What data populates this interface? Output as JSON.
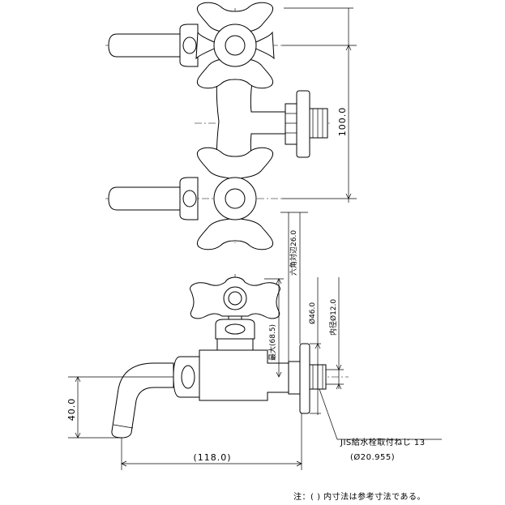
{
  "dimensions": {
    "height_between_valves": "100.0",
    "hex_across_flats": "六角対辺26.0",
    "max_height": "最大(68.5)",
    "outer_diameter": "Ø46.0",
    "inner_diameter": "内径Ø12.0",
    "spout_drop": "40.0",
    "projection": "(118.0)",
    "thread_spec": "JIS給水栓取付ねじ 13",
    "thread_diameter": "(Ø20.955)"
  },
  "note": "注：( ) 内寸法は参考寸法である。"
}
